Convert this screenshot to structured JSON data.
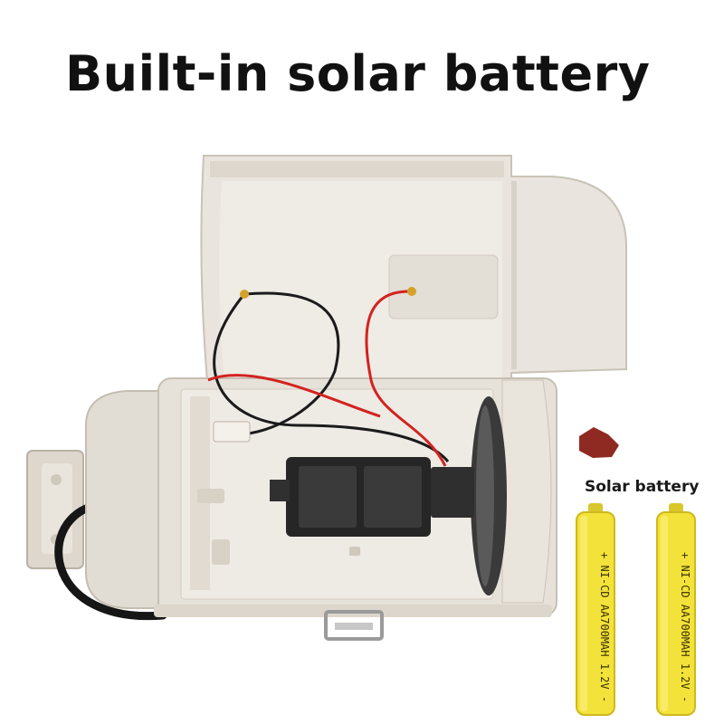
{
  "headline": "Built-in solar battery",
  "battery_label": "Solar battery",
  "cell_text": "+ NI-CD AA700MAH 1.2V -",
  "colors": {
    "housing": "#e7e2da",
    "housing_shadow": "#cfc8bd",
    "battery_yellow": "#f3e23a",
    "wire_red": "#d3231f",
    "wire_black": "#1b1b1b",
    "holder": "#2a2a2a",
    "text": "#111111"
  }
}
